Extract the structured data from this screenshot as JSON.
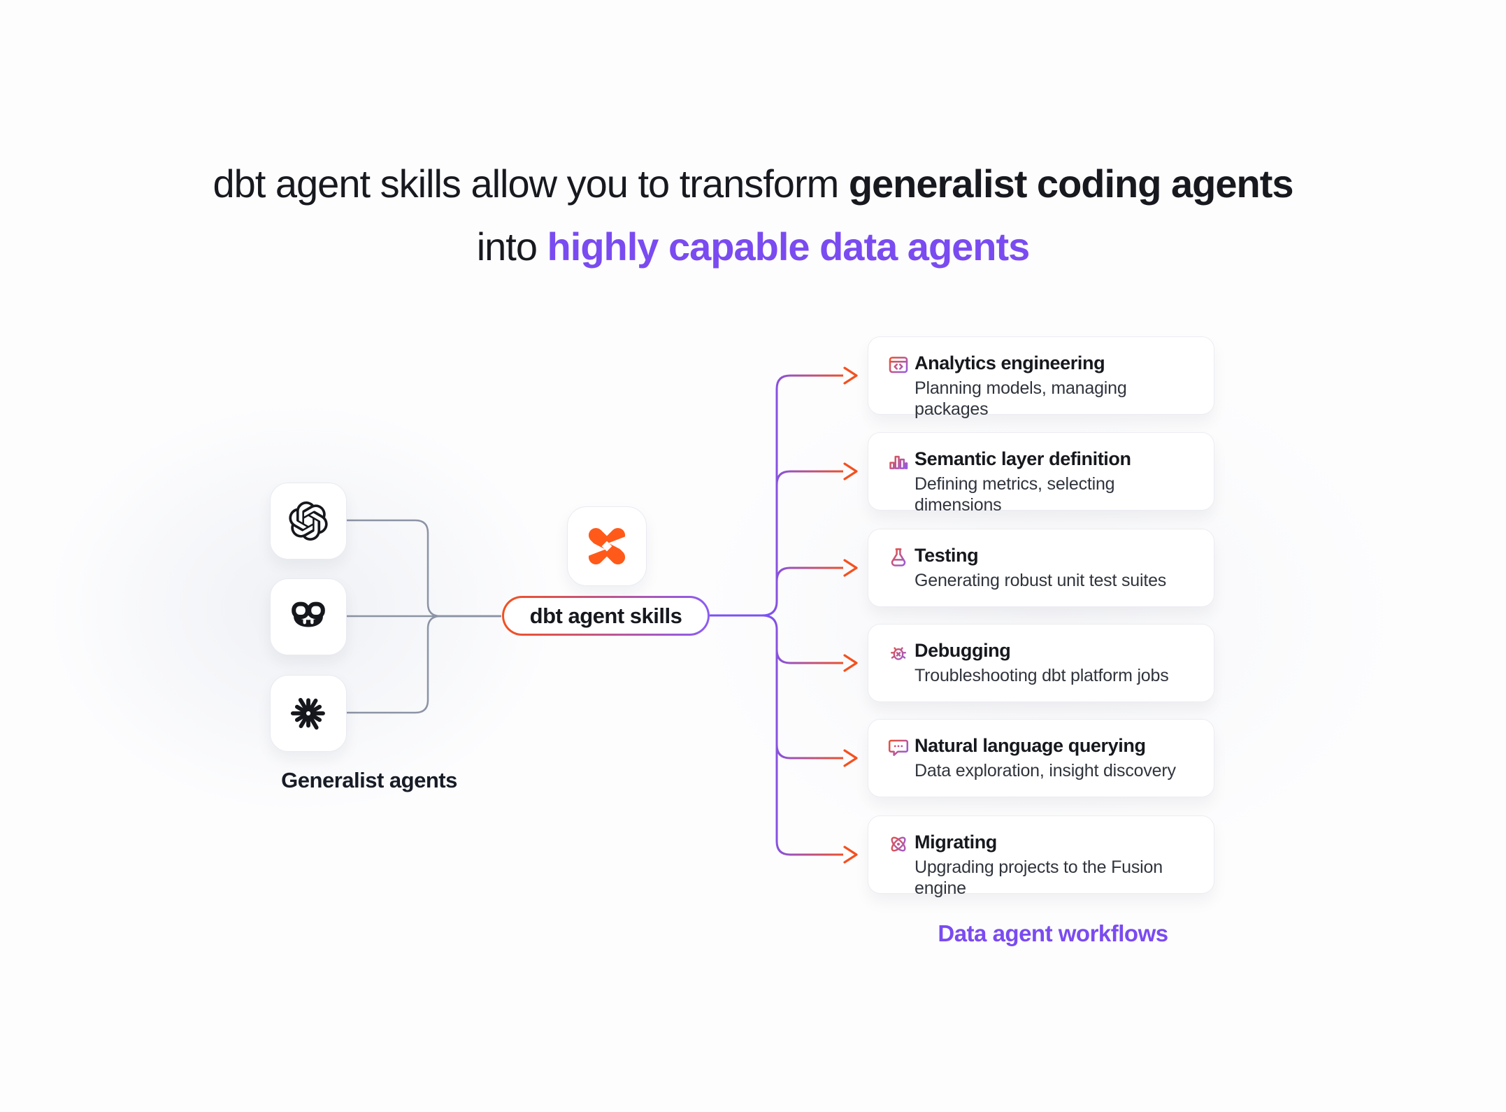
{
  "title": {
    "line1_regular": "dbt agent skills allow you to transform ",
    "line1_bold": "generalist coding agents",
    "line2_regular": "into ",
    "line2_accent": "highly capable data agents"
  },
  "left": {
    "label": "Generalist agents",
    "agents": [
      {
        "icon": "openai-logo-icon"
      },
      {
        "icon": "github-copilot-logo-icon"
      },
      {
        "icon": "claude-logo-icon"
      }
    ]
  },
  "center": {
    "logo_icon": "dbt-logo-icon",
    "pill_label": "dbt agent skills"
  },
  "right": {
    "label": "Data agent workflows",
    "cards": [
      {
        "icon": "window-code-icon",
        "title": "Analytics engineering",
        "subtitle": "Planning models, managing packages"
      },
      {
        "icon": "bar-chart-icon",
        "title": "Semantic layer definition",
        "subtitle": "Defining metrics, selecting dimensions"
      },
      {
        "icon": "flask-icon",
        "title": "Testing",
        "subtitle": "Generating robust unit test suites"
      },
      {
        "icon": "bug-icon",
        "title": "Debugging",
        "subtitle": "Troubleshooting dbt platform jobs"
      },
      {
        "icon": "chat-bubble-icon",
        "title": "Natural language querying",
        "subtitle": "Data exploration, insight discovery"
      },
      {
        "icon": "atom-icon",
        "title": "Migrating",
        "subtitle": "Upgrading projects to the Fusion engine"
      }
    ]
  },
  "colors": {
    "accent_purple": "#7a4bf0",
    "accent_orange": "#f4501f",
    "dbt_orange": "#ff5a1a",
    "connector_gray": "#8b93a4",
    "text_dark": "#16181d"
  }
}
